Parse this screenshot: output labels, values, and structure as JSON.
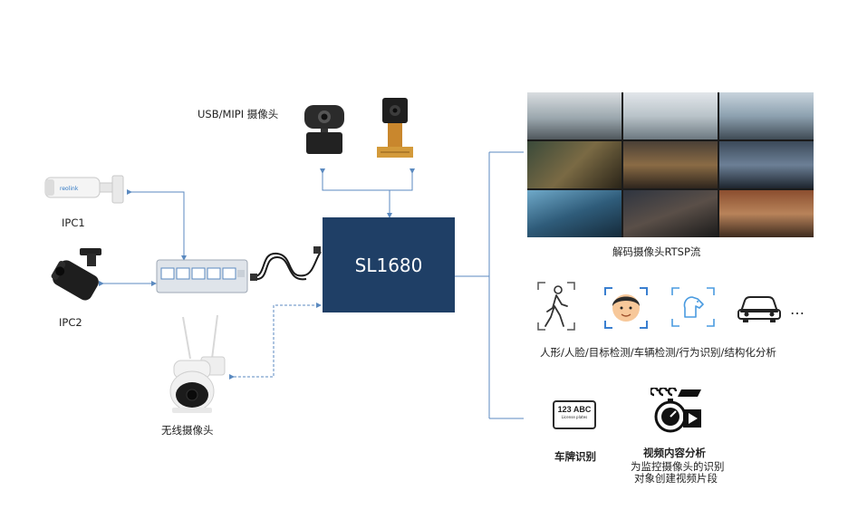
{
  "soc": {
    "label": "SL1680"
  },
  "cameras": {
    "usb_mipi": "USB/MIPI 摄像头",
    "ipc1": "IPC1",
    "ipc2": "IPC2",
    "wireless": "无线摄像头"
  },
  "outputs": {
    "rtsp_caption": "解码摄像头RTSP流",
    "analytics_caption": "人形/人脸/目标检测/车辆检测/行为识别/结构化分析",
    "ellipsis": "…",
    "plate_text": "123 ABC",
    "plate_subtext": "License plates",
    "plate_caption": "车牌识别",
    "video_title": "视频内容分析",
    "video_desc_1": "为监控摄像头的识别",
    "video_desc_2": "对象创建视频片段"
  },
  "colors": {
    "soc_fill": "#1f3f66",
    "connector": "#5b8ac0",
    "icon_accent": "#3a7fd0",
    "icon_bracket": "#4a9be0"
  }
}
